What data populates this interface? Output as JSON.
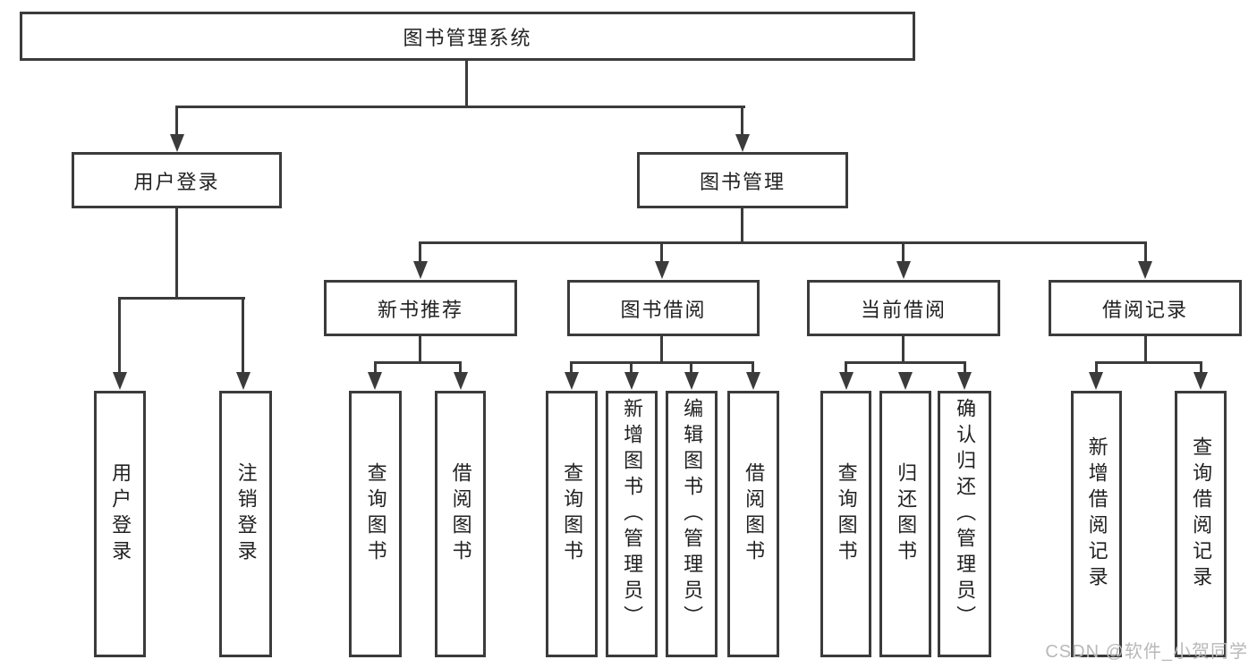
{
  "diagram": {
    "root": "图书管理系统",
    "branches": {
      "user_login": {
        "label": "用户登录",
        "children": [
          "用户登录",
          "注销登录"
        ]
      },
      "book_management": {
        "label": "图书管理",
        "sections": [
          {
            "label": "新书推荐",
            "children": [
              "查询图书",
              "借阅图书"
            ]
          },
          {
            "label": "图书借阅",
            "children": [
              "查询图书",
              "新增图书（管理员）",
              "编辑图书（管理员）",
              "借阅图书"
            ]
          },
          {
            "label": "当前借阅",
            "children": [
              "查询图书",
              "归还图书",
              "确认归还（管理员）"
            ]
          },
          {
            "label": "借阅记录",
            "children": [
              "新增借阅记录",
              "查询借阅记录"
            ]
          }
        ]
      }
    }
  },
  "watermark": "CSDN @软件_小贺同学",
  "colors": {
    "line": "#3b3b3b",
    "text": "#222222",
    "background": "#ffffff",
    "watermark": "#b9b9b9"
  }
}
